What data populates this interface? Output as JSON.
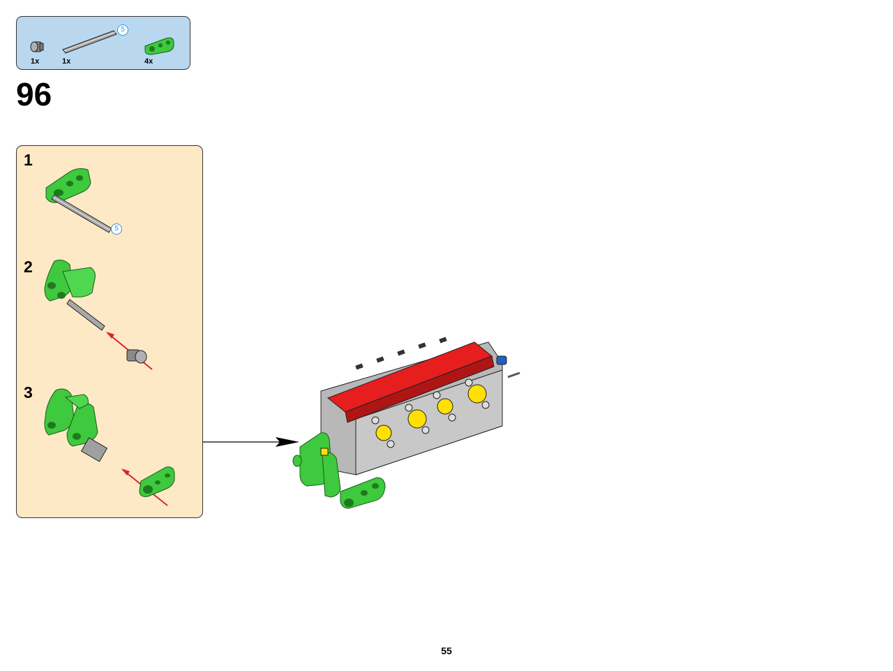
{
  "parts_list": {
    "items": [
      {
        "icon": "bush-icon",
        "qty": "1x"
      },
      {
        "icon": "axle-icon",
        "qty": "1x",
        "length": "5"
      },
      {
        "icon": "green-beam-icon",
        "qty": "4x"
      }
    ]
  },
  "step": {
    "number": "96"
  },
  "substeps": [
    {
      "number": "1",
      "axle_length": "5"
    },
    {
      "number": "2"
    },
    {
      "number": "3"
    }
  ],
  "colors": {
    "parts_box": "#b9d8f0",
    "substep_box": "#fde9c6",
    "green": "#3ec93e",
    "red": "#e61e1e",
    "yellow": "#ffe000",
    "grey": "#a0a0a0",
    "blue": "#2060c0",
    "arrow_red": "#d9252a"
  },
  "page": {
    "number": "55"
  }
}
